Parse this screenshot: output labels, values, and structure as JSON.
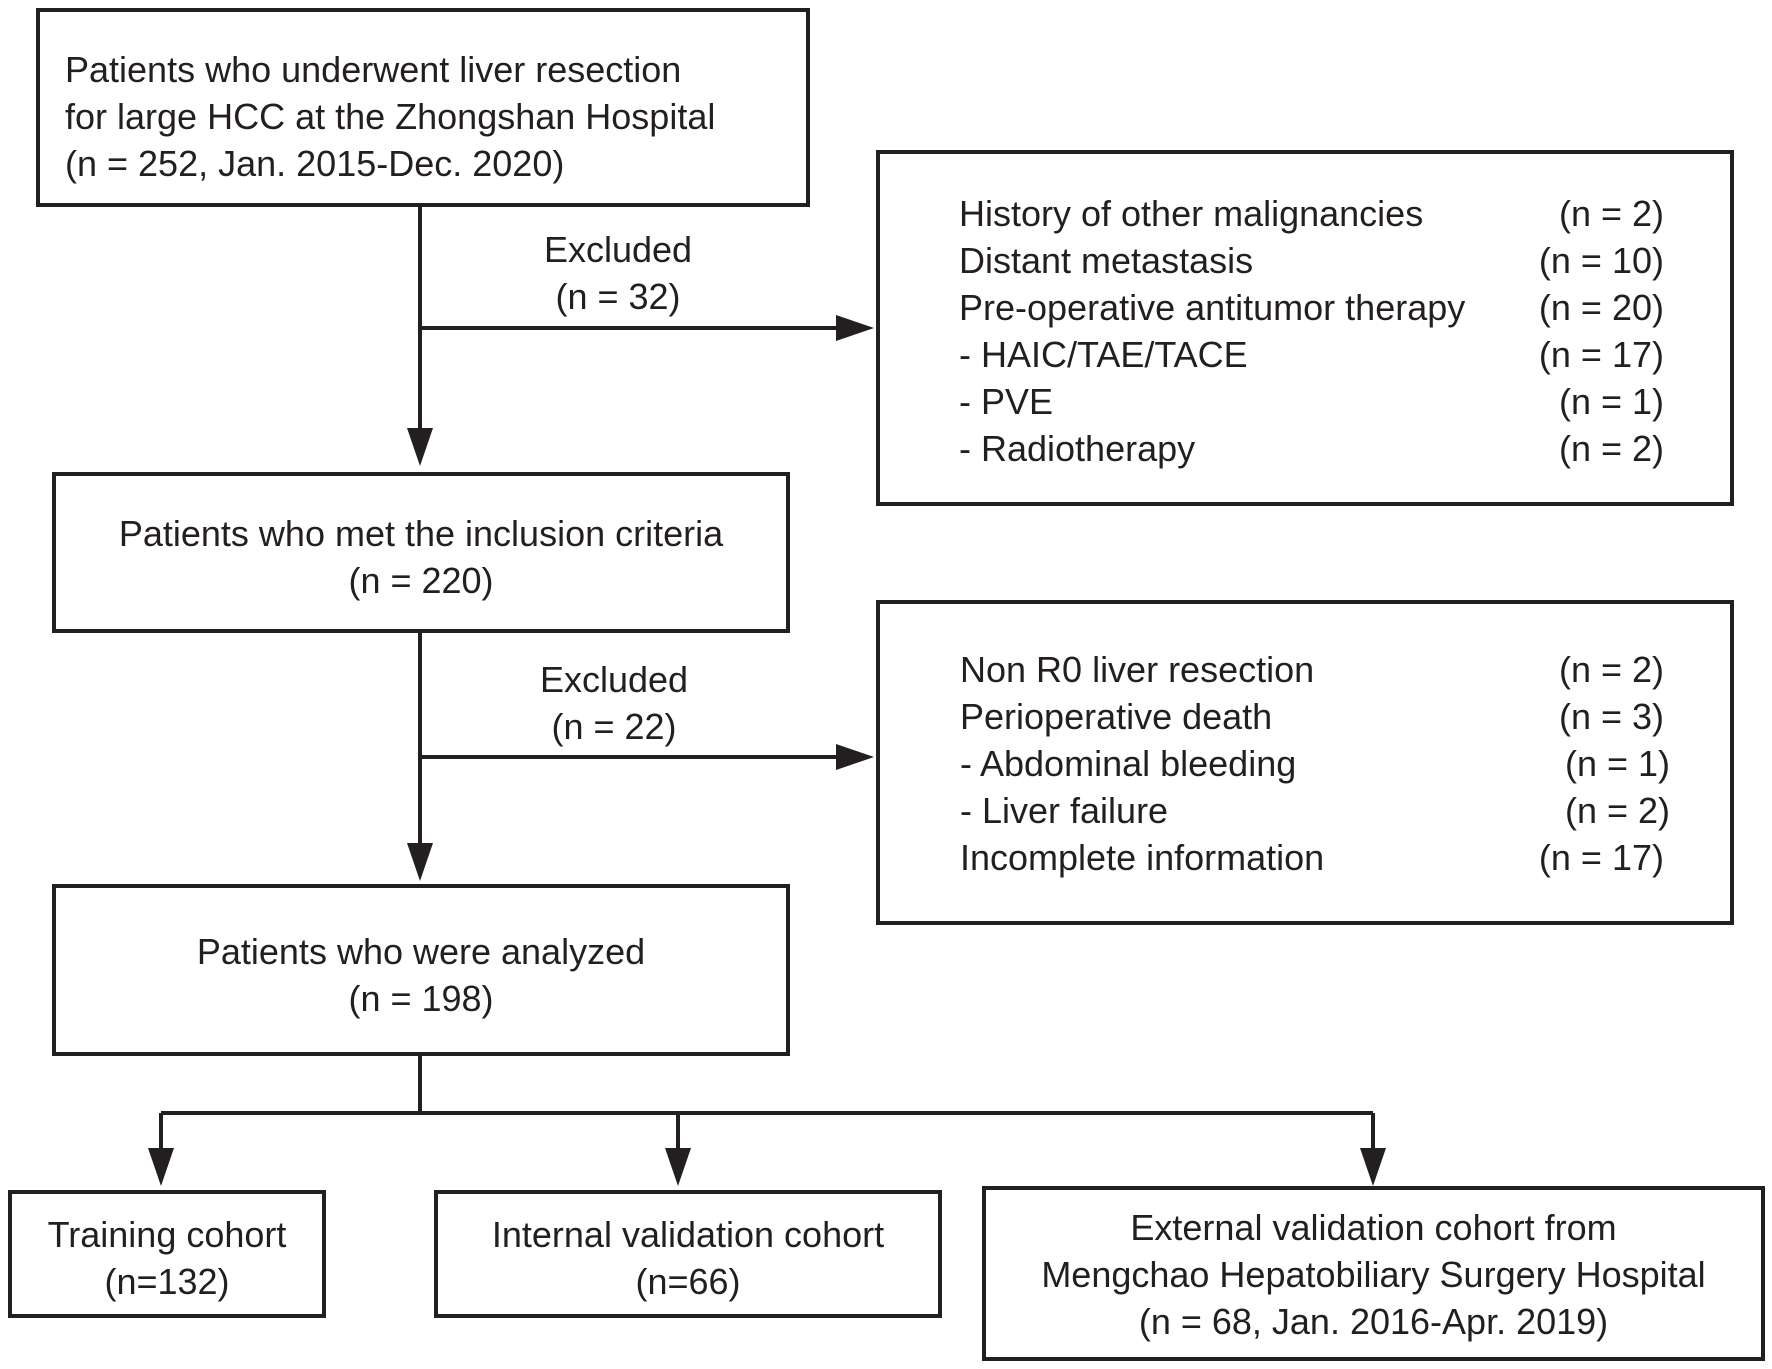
{
  "flow": {
    "start": {
      "lines": [
        "Patients who underwent liver resection",
        "for large HCC at the Zhongshan Hospital",
        "(n = 252, Jan. 2015-Dec. 2020)"
      ]
    },
    "exclusion1": {
      "label": "Excluded",
      "count": "(n = 32)",
      "items": [
        {
          "label": "History of other malignancies",
          "count": "(n = 2)"
        },
        {
          "label": "Distant metastasis",
          "count": "(n = 10)"
        },
        {
          "label": "Pre-operative antitumor therapy",
          "count": "(n = 20)"
        },
        {
          "label": "- HAIC/TAE/TACE",
          "count": "(n = 17)"
        },
        {
          "label": "- PVE",
          "count": "(n = 1)"
        },
        {
          "label": "- Radiotherapy",
          "count": "(n = 2)"
        }
      ]
    },
    "inclusion": {
      "lines": [
        "Patients who met the inclusion criteria",
        "(n = 220)"
      ]
    },
    "exclusion2": {
      "label": "Excluded",
      "count": "(n = 22)",
      "items": [
        {
          "label": "Non R0 liver resection",
          "count": "(n = 2)"
        },
        {
          "label": "Perioperative death",
          "count": "(n = 3)"
        },
        {
          "label": "- Abdominal bleeding",
          "count": "(n = 1)"
        },
        {
          "label": "- Liver failure",
          "count": "(n = 2)"
        },
        {
          "label": "Incomplete information",
          "count": "(n = 17)"
        }
      ]
    },
    "analyzed": {
      "lines": [
        "Patients who were analyzed",
        "(n = 198)"
      ]
    },
    "training": {
      "lines": [
        "Training cohort",
        "(n=132)"
      ]
    },
    "internal": {
      "lines": [
        "Internal validation cohort",
        "(n=66)"
      ]
    },
    "external": {
      "lines": [
        "External validation cohort from",
        "Mengchao Hepatobiliary Surgery Hospital",
        "(n = 68, Jan. 2016-Apr. 2019)"
      ]
    }
  },
  "colors": {
    "stroke": "#231f20",
    "background": "#ffffff"
  }
}
